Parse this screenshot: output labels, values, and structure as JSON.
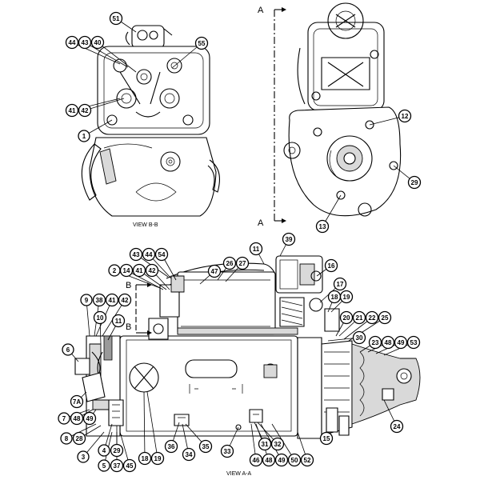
{
  "views": {
    "view_bb": "VIEW  B-B",
    "view_aa": "VIEW  A-A",
    "section_a_top": "A",
    "section_a_bottom": "A",
    "section_b_top": "B",
    "section_b_bottom": "B"
  },
  "callouts": [
    "51",
    "44",
    "43",
    "40",
    "55",
    "41",
    "42",
    "1",
    "12",
    "29",
    "13",
    "43",
    "44",
    "54",
    "2",
    "14",
    "41",
    "42",
    "11",
    "26",
    "27",
    "39",
    "47",
    "16",
    "17",
    "18",
    "19",
    "9",
    "38",
    "41",
    "42",
    "10",
    "11",
    "20",
    "21",
    "22",
    "25",
    "30",
    "23",
    "48",
    "49",
    "53",
    "6",
    "7A",
    "7",
    "48",
    "49",
    "8",
    "28",
    "3",
    "4",
    "29",
    "5",
    "37",
    "45",
    "18",
    "19",
    "36",
    "35",
    "34",
    "33",
    "31",
    "32",
    "46",
    "48",
    "49",
    "50",
    "52",
    "15",
    "24"
  ]
}
